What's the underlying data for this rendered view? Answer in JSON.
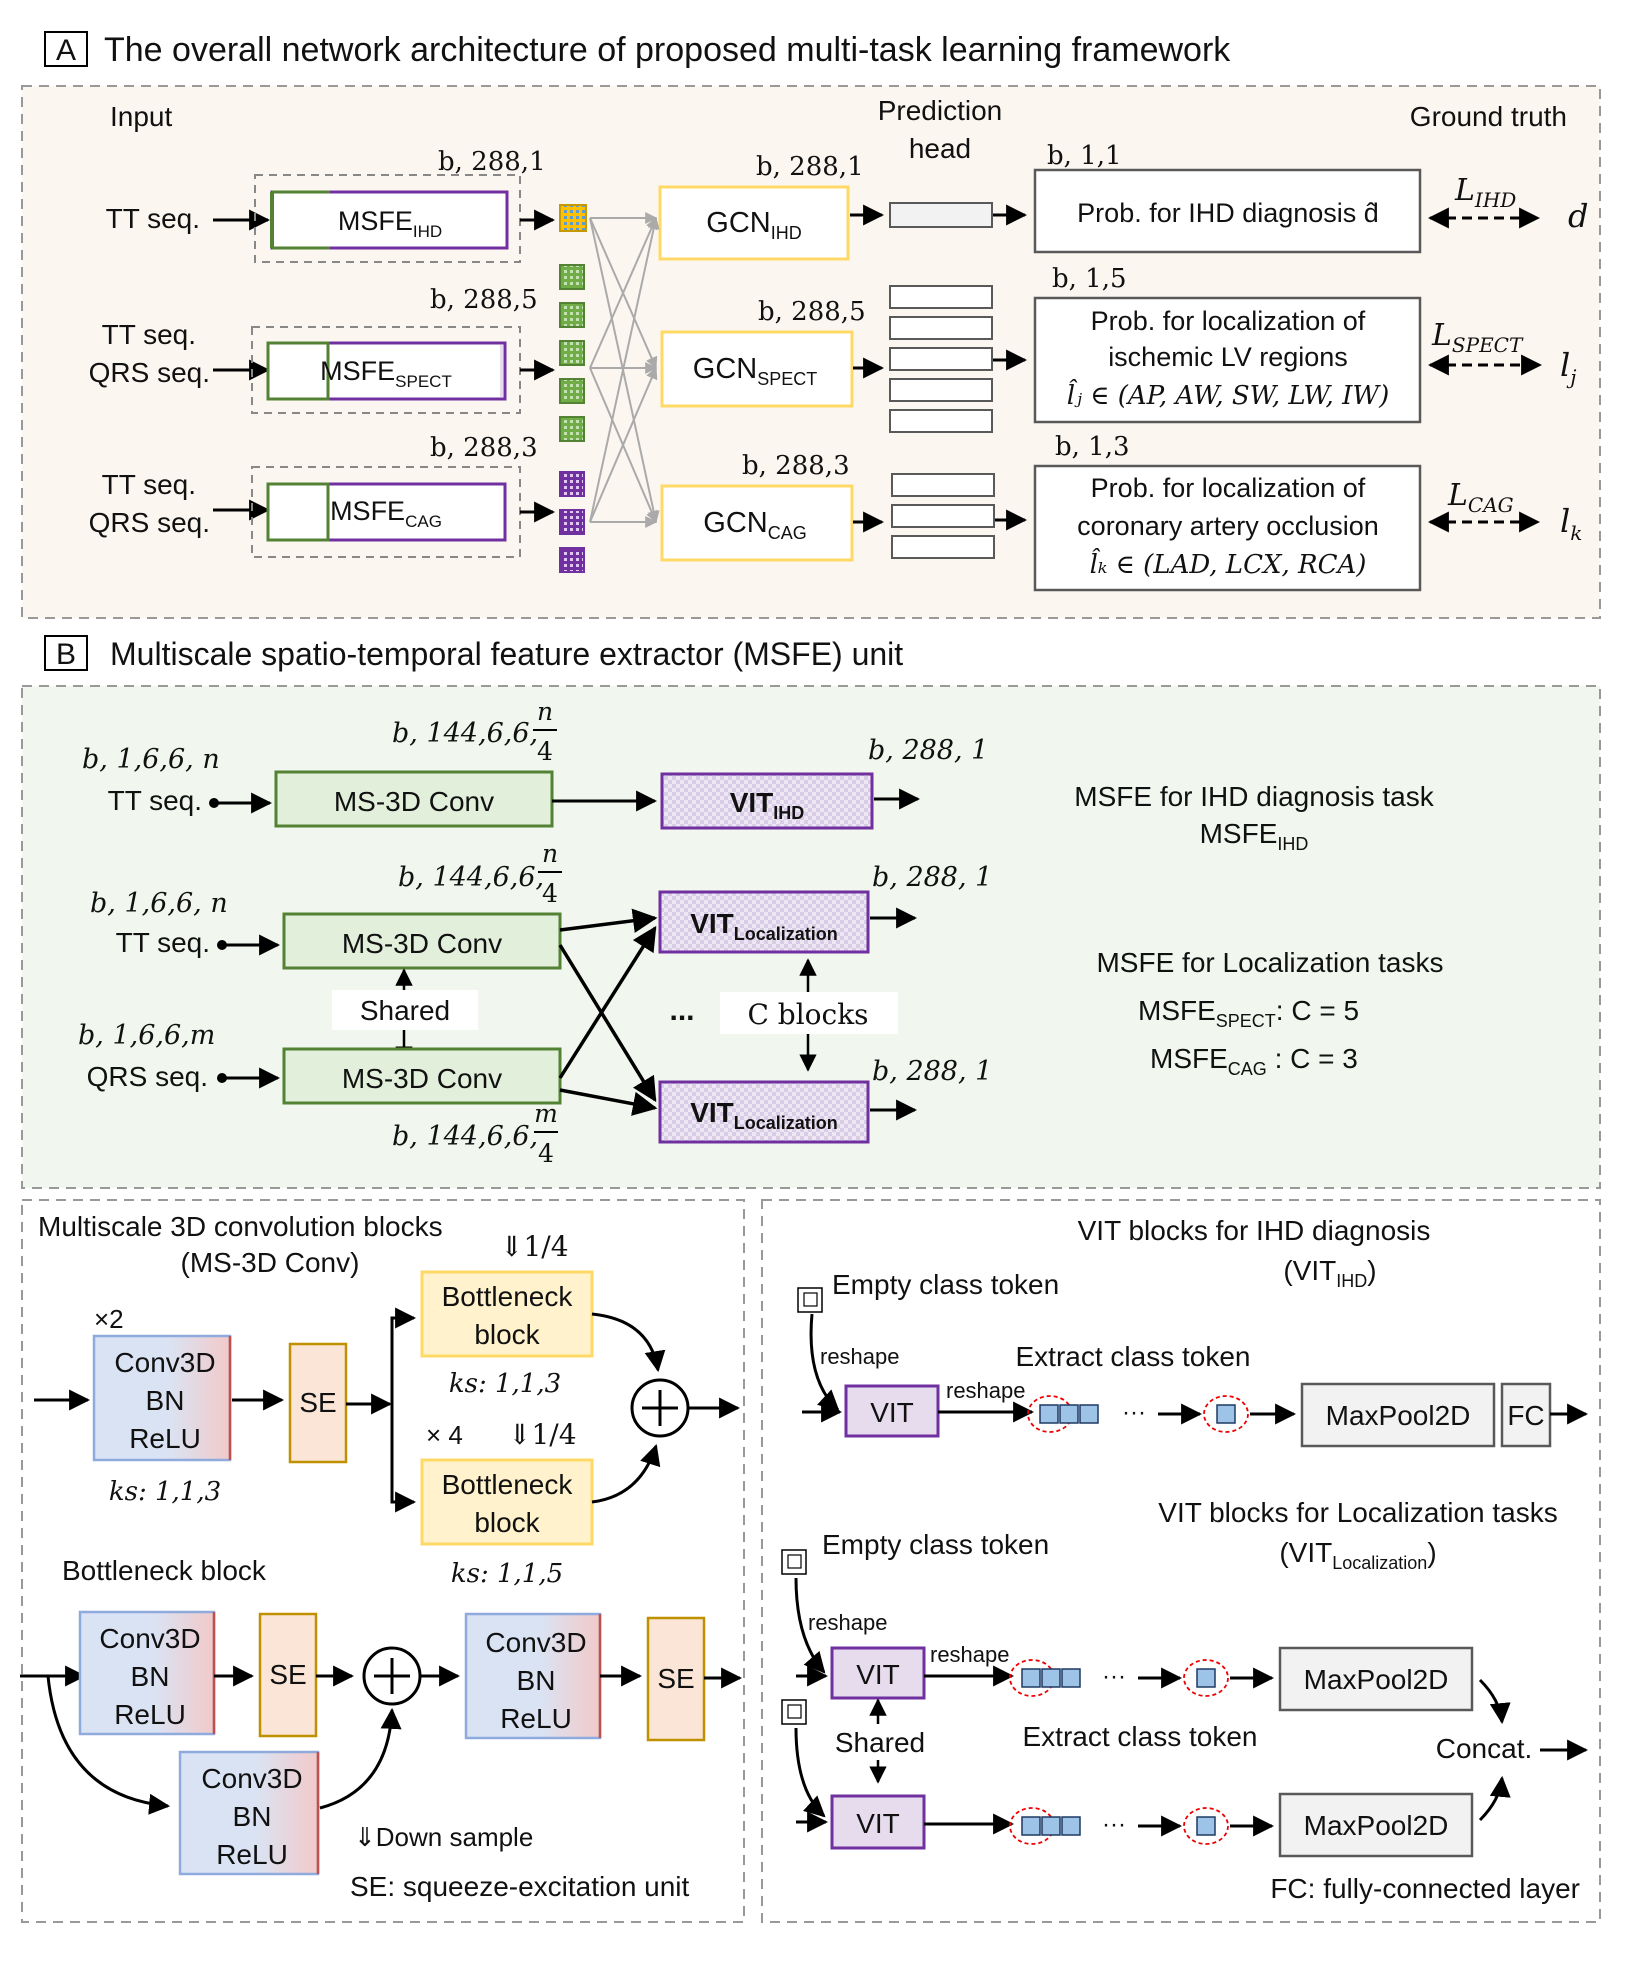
{
  "panel_a": {
    "letter": "A",
    "title": "The overall network architecture of proposed multi-task learning framework",
    "col_input": "Input",
    "col_pred_line1": "Prediction",
    "col_pred_line2": "head",
    "col_gt": "Ground truth",
    "rows": [
      {
        "inputs": [
          "TT seq."
        ],
        "msfe_base": "MSFE",
        "msfe_sub": "IHD",
        "msfe_dim": "b, 288,1",
        "gcn_base": "GCN",
        "gcn_sub": "IHD",
        "gcn_dim": "b, 288,1",
        "out_dim": "b, 1,1",
        "prob_lines": [
          "Prob. for IHD diagnosis  d̂"
        ],
        "loss_base": "L",
        "loss_sub": "IHD",
        "gt_base": "d",
        "gt_sub": ""
      },
      {
        "inputs": [
          "TT seq.",
          "QRS seq."
        ],
        "msfe_base": "MSFE",
        "msfe_sub": "SPECT",
        "msfe_dim": "b, 288,5",
        "gcn_base": "GCN",
        "gcn_sub": "SPECT",
        "gcn_dim": "b, 288,5",
        "out_dim": "b, 1,5",
        "prob_lines": [
          "Prob. for localization  of",
          "ischemic LV regions",
          "l̂ⱼ ∈ (AP, AW, SW, LW, IW)"
        ],
        "loss_base": "L",
        "loss_sub": "SPECT",
        "gt_base": "l",
        "gt_sub": "j"
      },
      {
        "inputs": [
          "TT seq.",
          "QRS seq."
        ],
        "msfe_base": "MSFE",
        "msfe_sub": "CAG",
        "msfe_dim": "b, 288,3",
        "gcn_base": "GCN",
        "gcn_sub": "CAG",
        "gcn_dim": "b, 288,3",
        "out_dim": "b, 1,3",
        "prob_lines": [
          "Prob. for localization  of",
          "coronary artery occlusion",
          "l̂ₖ ∈ (LAD, LCX, RCA)"
        ],
        "loss_base": "L",
        "loss_sub": "CAG",
        "gt_base": "l",
        "gt_sub": "k"
      }
    ]
  },
  "panel_b": {
    "letter": "B",
    "title": "Multiscale spatio-temporal feature extractor (MSFE) unit",
    "ihd": {
      "in_dim": "b, 1,6,6, n",
      "in_label": "TT seq.",
      "conv_label": "MS-3D Conv",
      "mid_dim_prefix": "b, 144,6,6,",
      "mid_frac_num": "n",
      "mid_frac_den": "4",
      "vit_base": "VIT",
      "vit_sub": "IHD",
      "out_dim": "b, 288, 1",
      "caption_line1": "MSFE for IHD diagnosis  task",
      "caption_base": "MSFE",
      "caption_sub": "IHD"
    },
    "loc": {
      "tt_dim": "b, 1,6,6, n",
      "tt_label": "TT seq.",
      "tt_mid_dim_prefix": "b, 144,6,6,",
      "tt_mid_frac_num": "n",
      "qrs_dim": "b, 1,6,6,m",
      "qrs_label": "QRS seq.",
      "qrs_mid_dim_prefix": "b, 144,6,6,",
      "qrs_mid_frac_num": "m",
      "frac_den": "4",
      "conv_label": "MS-3D Conv",
      "shared": "Shared",
      "vit_base": "VIT",
      "vit_sub": "Localization",
      "out_dim": "b, 288, 1",
      "dots": "...",
      "c_blocks": "C blocks",
      "caption": "MSFE for Localization  tasks",
      "spect_base": "MSFE",
      "spect_sub": "SPECT",
      "spect_eq": ": C = ",
      "spect_val": "5",
      "cag_base": "MSFE",
      "cag_sub": "CAG",
      "cag_eq": " : C = ",
      "cag_val": "3"
    }
  },
  "panel_c": {
    "title_line1": "Multiscale 3D convolution blocks",
    "title_line2": "(MS-3D Conv)",
    "times2": "×2",
    "conv_lines": [
      "Conv3D",
      "BN",
      "ReLU"
    ],
    "conv_ks": "ks: 1,1,3",
    "se": "SE",
    "bottleneck_lines": [
      "Bottleneck",
      "block"
    ],
    "ds_top": "⇓1/4",
    "ks_top": "ks: 1,1,3",
    "times4": "× 4",
    "ds_bottom": "⇓1/4",
    "ks_bottom": "ks: 1,1,5",
    "bn_title": "Bottleneck block",
    "legend_ds": "⇓Down sample",
    "legend_se": "SE: squeeze-excitation  unit"
  },
  "panel_d": {
    "ihd_title": "VIT blocks for IHD diagnosis",
    "ihd_sub_base": "(VIT",
    "ihd_sub_sub": "IHD",
    "ihd_sub_close": ")",
    "empty_token": "Empty class token",
    "reshape": "reshape",
    "extract": "Extract class token",
    "vit": "VIT",
    "dots": "···",
    "maxpool": "MaxPool2D",
    "fc": "FC",
    "loc_title": "VIT blocks for Localization  tasks",
    "loc_sub_base": "(VIT",
    "loc_sub_sub": "Localization",
    "loc_sub_close": ")",
    "shared": "Shared",
    "concat": "Concat.",
    "fc_legend": "FC: fully-connected layer"
  },
  "colors": {
    "green": "#548235",
    "purple": "#7030a0",
    "yellow": "#ffd966",
    "gray": "#595959",
    "panel_a_bg": "#fcf6f1",
    "panel_b_bg": "#f1f7ee",
    "vit_fill": "#e6dcee"
  }
}
